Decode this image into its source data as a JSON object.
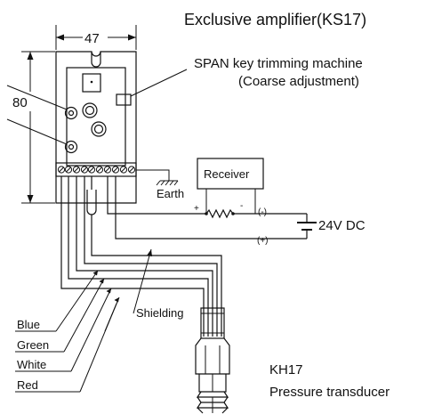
{
  "title": "Exclusive amplifier(KS17)",
  "dims": {
    "width": "47",
    "height": "80"
  },
  "span_label": "SPAN key trimming machine",
  "span_sub": "(Coarse adjustment)",
  "earth": "Earth",
  "receiver": "Receiver",
  "plus": "+",
  "minus": "-",
  "neg_terminal": "(-)",
  "pos_terminal": "(+)",
  "supply": "24V DC",
  "wires": {
    "blue": "Blue",
    "green": "Green",
    "white": "White",
    "red": "Red"
  },
  "shielding": "Shielding",
  "transducer_model": "KH17",
  "transducer_name": "Pressure transducer"
}
